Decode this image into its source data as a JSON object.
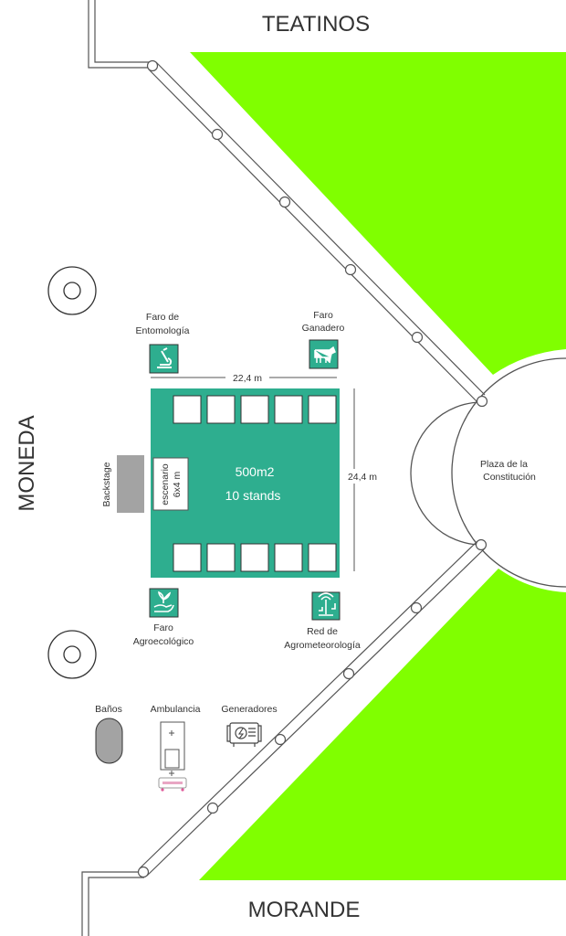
{
  "streets": {
    "top": "TEATINOS",
    "bottom": "MORANDE",
    "left": "MONEDA"
  },
  "plaza": {
    "line1": "Plaza de la",
    "line2": "Constitución"
  },
  "area": {
    "size": "500m2",
    "stands_text": "10 stands",
    "stand_count": 10,
    "width_label": "22,4 m",
    "height_label": "24,4 m"
  },
  "stage": {
    "line1": "escenario",
    "line2": "6x4 m"
  },
  "backstage": "Backstage",
  "faros": {
    "entomologia": {
      "line1": "Faro de",
      "line2": "Entomología",
      "icon": "microscope-icon"
    },
    "ganadero": {
      "line1": "Faro",
      "line2": "Ganadero",
      "icon": "cow-icon"
    },
    "agroecologico": {
      "line1": "Faro",
      "line2": "Agroecológico",
      "icon": "sprout-hand-icon"
    },
    "agrometeorologia": {
      "line1": "Red de",
      "line2": "Agrometeorología",
      "icon": "weather-station-icon"
    }
  },
  "services": {
    "banos": "Baños",
    "ambulancia": "Ambulancia",
    "generadores": "Generadores"
  },
  "colors": {
    "lawn": "#80ff00",
    "event_area": "#2eae8f",
    "backstage": "#a3a3a3",
    "outline": "#555555"
  }
}
